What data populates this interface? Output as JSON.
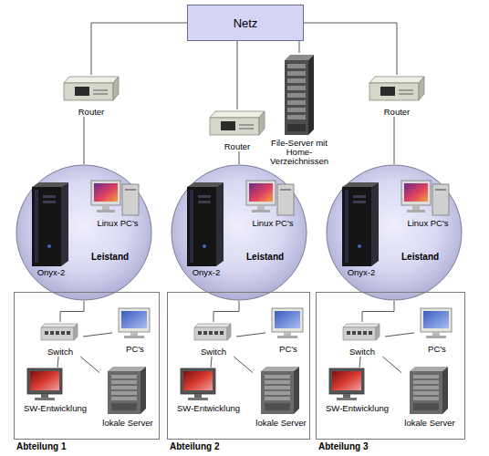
{
  "diagram": {
    "nodes": [
      {
        "text": [
          "Netz"
        ]
      },
      {
        "text": [
          "Router"
        ]
      },
      {
        "text": [
          "Router"
        ]
      },
      {
        "text": [
          "File-Server mit Home-Verzeichnissen"
        ]
      },
      {
        "text": [
          "Router"
        ]
      },
      {
        "text": [
          "Leistand"
        ]
      },
      {
        "text": [
          "Onyx-2"
        ],
        "in": 5
      },
      {
        "text": [
          "Linux PC's"
        ],
        "in": 5
      },
      {
        "text": [
          "Leistand"
        ]
      },
      {
        "text": [
          "Onyx-2"
        ],
        "in": 8
      },
      {
        "text": [
          "Linux PC's"
        ],
        "in": 8
      },
      {
        "text": [
          "Leistand"
        ]
      },
      {
        "text": [
          "Onyx-2"
        ],
        "in": 11
      },
      {
        "text": [
          "Linux PC's"
        ],
        "in": 11
      },
      {
        "text": [
          "Abteilung 1"
        ]
      },
      {
        "text": [
          "Switch"
        ],
        "in": 14
      },
      {
        "text": [
          "PC's"
        ],
        "in": 14
      },
      {
        "text": [
          "SW-Entwicklung"
        ],
        "in": 14
      },
      {
        "text": [
          "lokale Server"
        ],
        "in": 14
      },
      {
        "text": [
          "Abteilung 2"
        ]
      },
      {
        "text": [
          "Switch"
        ],
        "in": 19
      },
      {
        "text": [
          "PC's"
        ],
        "in": 19
      },
      {
        "text": [
          "SW-Entwicklung"
        ],
        "in": 19
      },
      {
        "text": [
          "lokale Server"
        ],
        "in": 19
      },
      {
        "text": [
          "Abteilung 3"
        ]
      },
      {
        "text": [
          "Switch"
        ],
        "in": 24
      },
      {
        "text": [
          "PC's"
        ],
        "in": 24
      },
      {
        "text": [
          "SW-Entwicklung"
        ],
        "in": 24
      },
      {
        "text": [
          "lokale Server"
        ],
        "in": 24
      }
    ],
    "edges": [
      {
        "from": 0,
        "to": 1,
        "arrow": "none"
      },
      {
        "from": 0,
        "to": 2,
        "arrow": "none"
      },
      {
        "from": 0,
        "to": 3,
        "arrow": "none"
      },
      {
        "from": 0,
        "to": 4,
        "arrow": "none"
      },
      {
        "from": 1,
        "to": 5,
        "arrow": "none"
      },
      {
        "from": 2,
        "to": 8,
        "arrow": "none"
      },
      {
        "from": 4,
        "to": 11,
        "arrow": "none"
      },
      {
        "from": 5,
        "to": 15,
        "arrow": "none"
      },
      {
        "from": 8,
        "to": 20,
        "arrow": "none"
      },
      {
        "from": 11,
        "to": 25,
        "arrow": "none"
      },
      {
        "from": 15,
        "to": 16,
        "arrow": "none"
      },
      {
        "from": 15,
        "to": 17,
        "arrow": "none"
      },
      {
        "from": 15,
        "to": 18,
        "arrow": "none"
      },
      {
        "from": 20,
        "to": 21,
        "arrow": "none"
      },
      {
        "from": 20,
        "to": 22,
        "arrow": "none"
      },
      {
        "from": 20,
        "to": 23,
        "arrow": "none"
      },
      {
        "from": 25,
        "to": 26,
        "arrow": "none"
      },
      {
        "from": 25,
        "to": 27,
        "arrow": "none"
      },
      {
        "from": 25,
        "to": 28,
        "arrow": "none"
      }
    ]
  }
}
